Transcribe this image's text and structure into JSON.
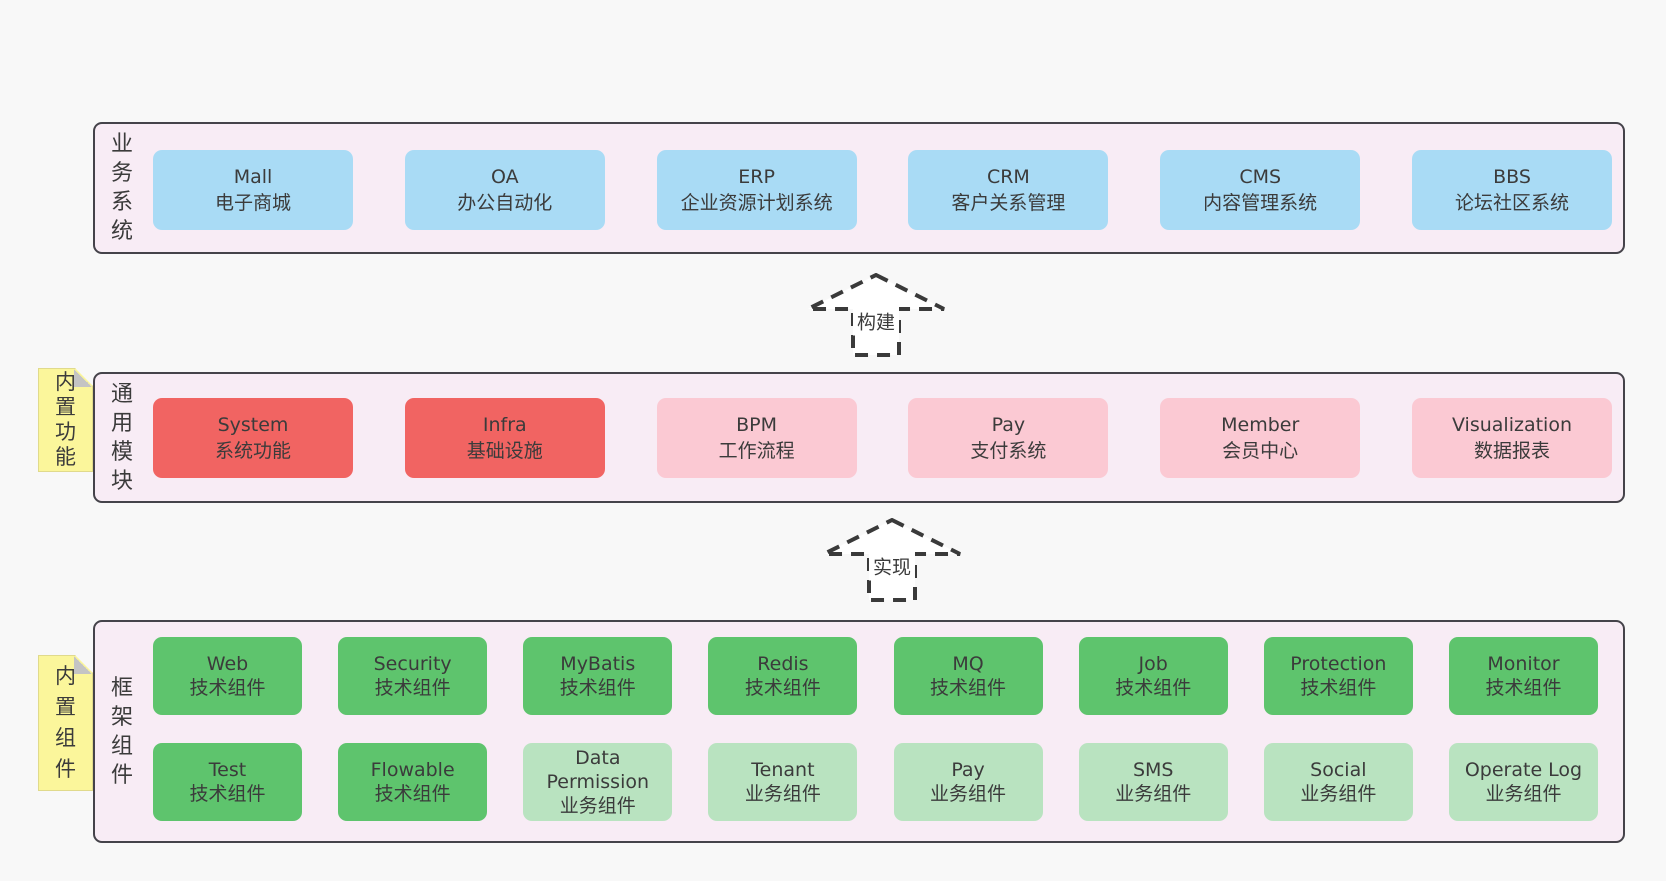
{
  "diagram": {
    "layers": {
      "business": {
        "label": "业务系统",
        "boxes": [
          {
            "title": "Mall",
            "subtitle": "电子商城"
          },
          {
            "title": "OA",
            "subtitle": "办公自动化"
          },
          {
            "title": "ERP",
            "subtitle": "企业资源计划系统"
          },
          {
            "title": "CRM",
            "subtitle": "客户关系管理"
          },
          {
            "title": "CMS",
            "subtitle": "内容管理系统"
          },
          {
            "title": "BBS",
            "subtitle": "论坛社区系统"
          }
        ]
      },
      "modules": {
        "label": "通用模块",
        "sticky_note": "内置功能",
        "boxes": [
          {
            "title": "System",
            "subtitle": "系统功能",
            "emphasis": true
          },
          {
            "title": "Infra",
            "subtitle": "基础设施",
            "emphasis": true
          },
          {
            "title": "BPM",
            "subtitle": "工作流程",
            "emphasis": false
          },
          {
            "title": "Pay",
            "subtitle": "支付系统",
            "emphasis": false
          },
          {
            "title": "Member",
            "subtitle": "会员中心",
            "emphasis": false
          },
          {
            "title": "Visualization",
            "subtitle": "数据报表",
            "emphasis": false
          }
        ]
      },
      "framework": {
        "label": "框架组件",
        "sticky_note": "内置组件",
        "row1": [
          {
            "title": "Web",
            "subtitle": "技术组件"
          },
          {
            "title": "Security",
            "subtitle": "技术组件"
          },
          {
            "title": "MyBatis",
            "subtitle": "技术组件"
          },
          {
            "title": "Redis",
            "subtitle": "技术组件"
          },
          {
            "title": "MQ",
            "subtitle": "技术组件"
          },
          {
            "title": "Job",
            "subtitle": "技术组件"
          },
          {
            "title": "Protection",
            "subtitle": "技术组件"
          },
          {
            "title": "Monitor",
            "subtitle": "技术组件"
          }
        ],
        "row2": [
          {
            "title": "Test",
            "subtitle": "技术组件",
            "emphasis": true
          },
          {
            "title": "Flowable",
            "subtitle": "技术组件",
            "emphasis": true
          },
          {
            "title": "Data Permission",
            "subtitle": "业务组件",
            "emphasis": false
          },
          {
            "title": "Tenant",
            "subtitle": "业务组件",
            "emphasis": false
          },
          {
            "title": "Pay",
            "subtitle": "业务组件",
            "emphasis": false
          },
          {
            "title": "SMS",
            "subtitle": "业务组件",
            "emphasis": false
          },
          {
            "title": "Social",
            "subtitle": "业务组件",
            "emphasis": false
          },
          {
            "title": "Operate Log",
            "subtitle": "业务组件",
            "emphasis": false
          }
        ]
      }
    },
    "arrows": {
      "build": "构建",
      "implement": "实现"
    },
    "colors": {
      "page_bg": "#f8f8f8",
      "layer_bg": "#f8ecf5",
      "layer_border": "#45434a",
      "blue": "#a9dbf5",
      "red": "#f16462",
      "pink": "#fbc9d3",
      "green": "#5ec46d",
      "light_green": "#b9e3c0",
      "sticky_yellow": "#fbf69b",
      "fold_gray": "#c4c4c4",
      "text": "#3b3b3b"
    }
  }
}
